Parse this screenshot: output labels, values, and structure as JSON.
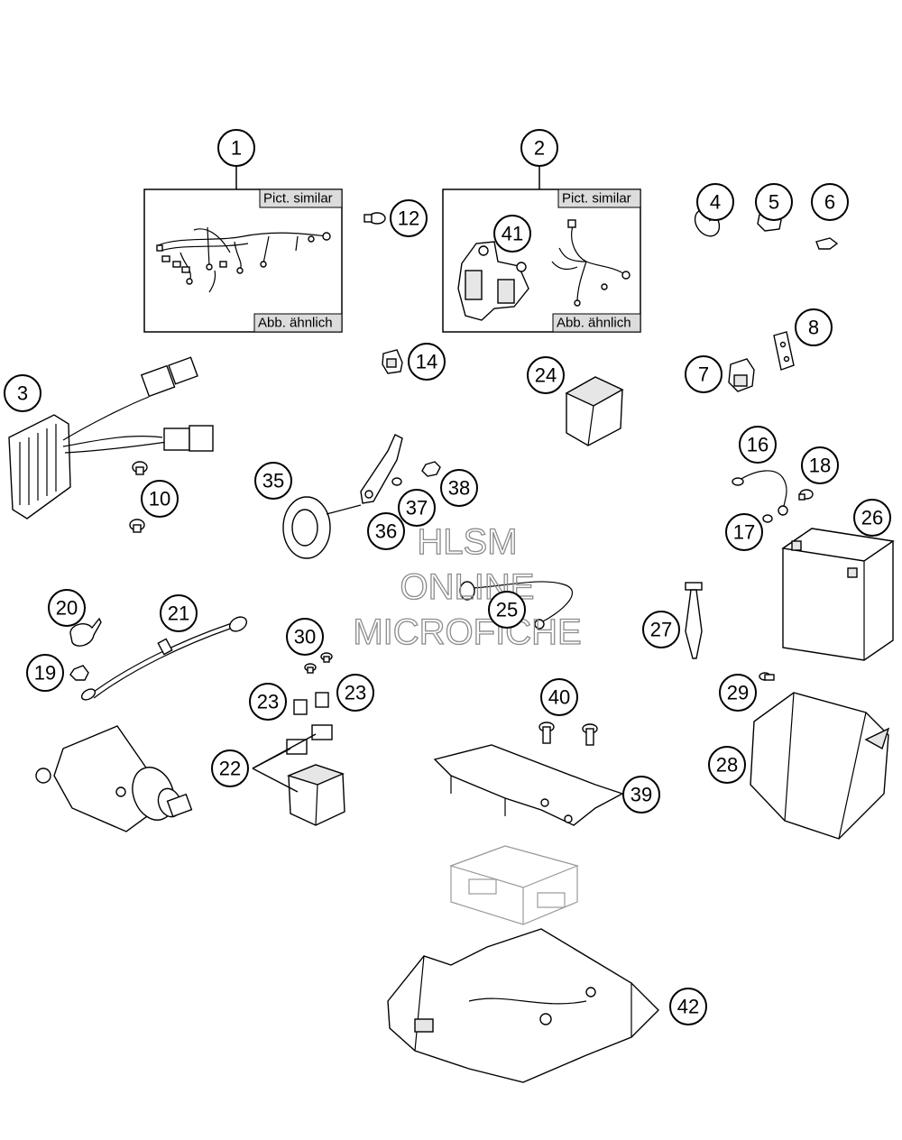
{
  "callouts": {
    "c1": "1",
    "c2": "2",
    "c3": "3",
    "c4": "4",
    "c5": "5",
    "c6": "6",
    "c7": "7",
    "c8": "8",
    "c10": "10",
    "c12": "12",
    "c14": "14",
    "c16": "16",
    "c17": "17",
    "c18": "18",
    "c19": "19",
    "c20": "20",
    "c21": "21",
    "c22": "22",
    "c23a": "23",
    "c23b": "23",
    "c24": "24",
    "c25": "25",
    "c26": "26",
    "c27": "27",
    "c28": "28",
    "c29": "29",
    "c30": "30",
    "c35": "35",
    "c36": "36",
    "c37": "37",
    "c38": "38",
    "c39": "39",
    "c40": "40",
    "c41": "41",
    "c42": "42"
  },
  "boxes": {
    "harness_main": {
      "tag_top": "Pict. similar",
      "tag_bottom": "Abb. ähnlich"
    },
    "harness_sub": {
      "tag_top": "Pict. similar",
      "tag_bottom": "Abb. ähnlich"
    }
  },
  "watermark": {
    "line1": "HLSM",
    "line2": "ONLINE",
    "line3": "MICROFICHE"
  }
}
